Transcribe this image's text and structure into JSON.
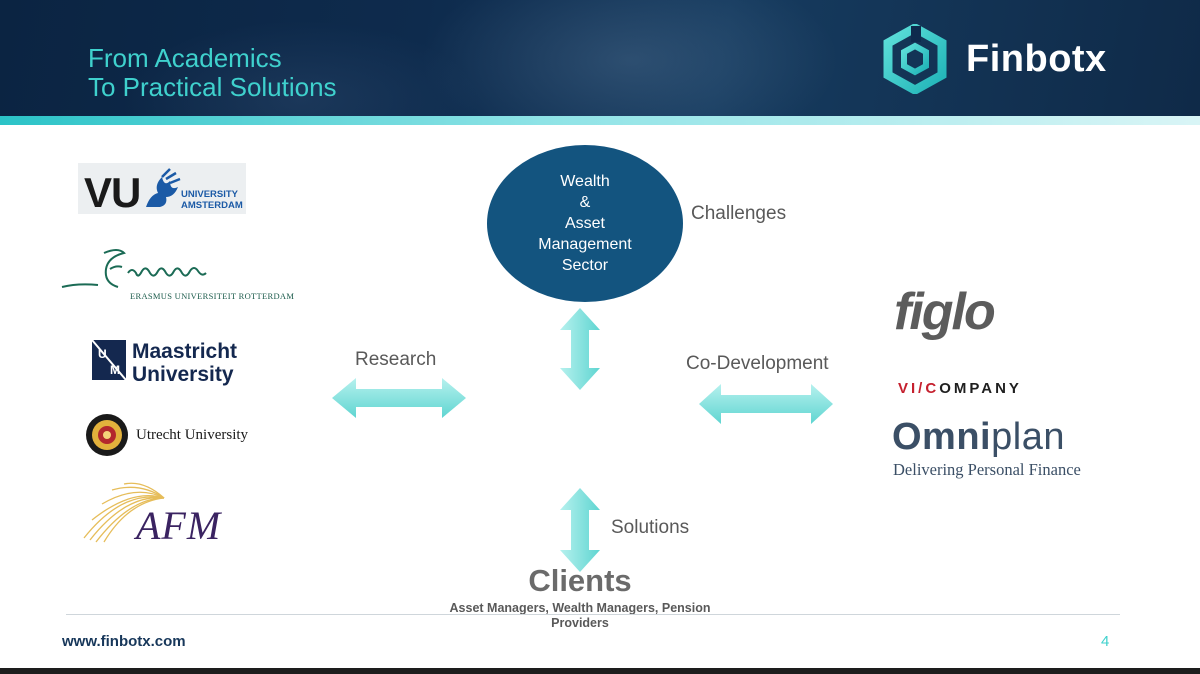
{
  "header": {
    "title_line1": "From Academics",
    "title_line2": "To Practical Solutions",
    "brand_name": "Finbotx"
  },
  "partners_academic": {
    "vu_letters": "VU",
    "vu_line1": "UNIVERSITY",
    "vu_line2": "AMSTERDAM",
    "erasmus": "ERASMUS UNIVERSITEIT ROTTERDAM",
    "maastricht_line1": "Maastricht",
    "maastricht_line2": "University",
    "utrecht": "Utrecht University",
    "afm": "AFM"
  },
  "center": {
    "sector_line1": "Wealth",
    "sector_line2": "&",
    "sector_line3": "Asset",
    "sector_line4": "Management",
    "sector_line5": "Sector",
    "challenges": "Challenges",
    "research": "Research",
    "codevelopment": "Co-Development",
    "solutions": "Solutions",
    "clients": "Clients",
    "clients_sub_line1": "Asset Managers, Wealth Managers, Pension",
    "clients_sub_line2": "Providers"
  },
  "partners_industry": {
    "figlo": "figlo",
    "vicompany_a": "VI/C",
    "vicompany_b": "OMPANY",
    "omniplan_bold": "Omni",
    "omniplan_rest": "plan",
    "omniplan_tagline": "Delivering Personal Finance"
  },
  "footer": {
    "url": "www.finbotx.com",
    "page": "4"
  },
  "colors": {
    "header_bg": "#0e2b4d",
    "title": "#3fd1cd",
    "circle": "#13547f",
    "arrow": "#7fe3e0"
  }
}
